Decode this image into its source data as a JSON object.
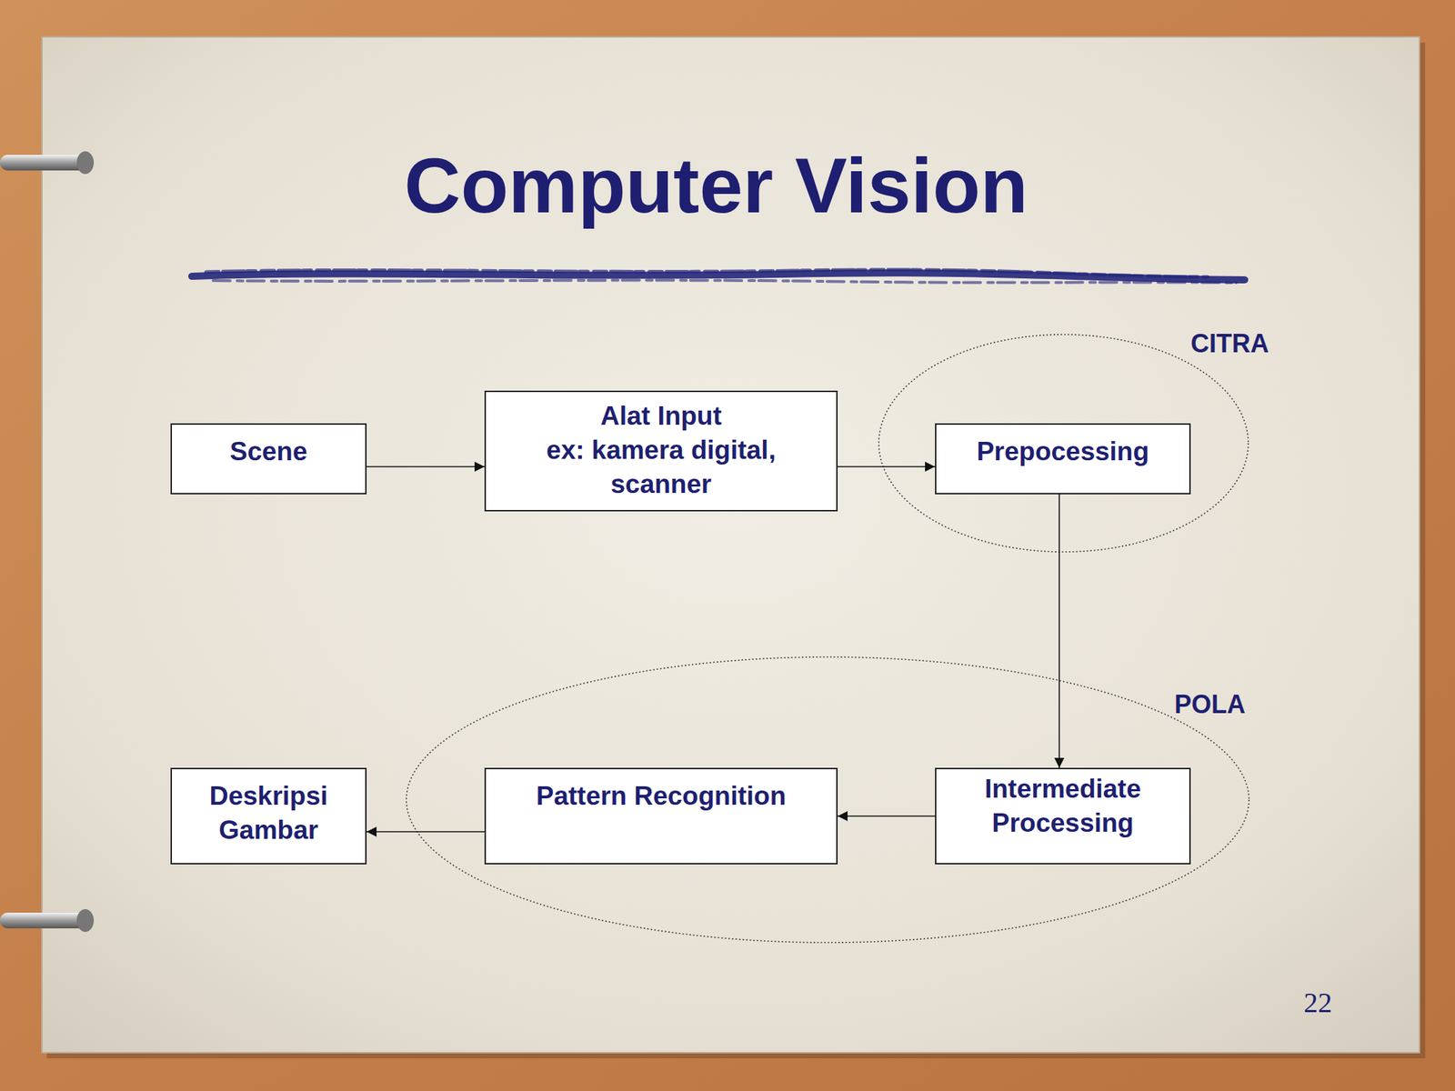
{
  "diagram": {
    "title": "Computer Vision",
    "nodes": [
      {
        "text": [
          "Scene"
        ]
      },
      {
        "text": [
          "Alat Input",
          "ex: kamera digital, scanner"
        ]
      },
      {
        "text": [
          "CITRA"
        ]
      },
      {
        "text": [
          "Prepocessing"
        ],
        "in": 2
      },
      {
        "text": [
          "POLA"
        ]
      },
      {
        "text": [
          "Intermediate Processing"
        ],
        "in": 4
      },
      {
        "text": [
          "Pattern Recognition"
        ],
        "in": 4
      },
      {
        "text": [
          "Deskripsi Gambar"
        ]
      }
    ],
    "edges": [
      {
        "from": 0,
        "to": 1,
        "arrow": "to"
      },
      {
        "from": 1,
        "to": 3,
        "arrow": "to"
      },
      {
        "from": 3,
        "to": 5,
        "arrow": "to"
      },
      {
        "from": 5,
        "to": 6,
        "arrow": "to"
      },
      {
        "from": 6,
        "to": 7,
        "arrow": "to"
      }
    ],
    "labels": [
      "22"
    ]
  }
}
